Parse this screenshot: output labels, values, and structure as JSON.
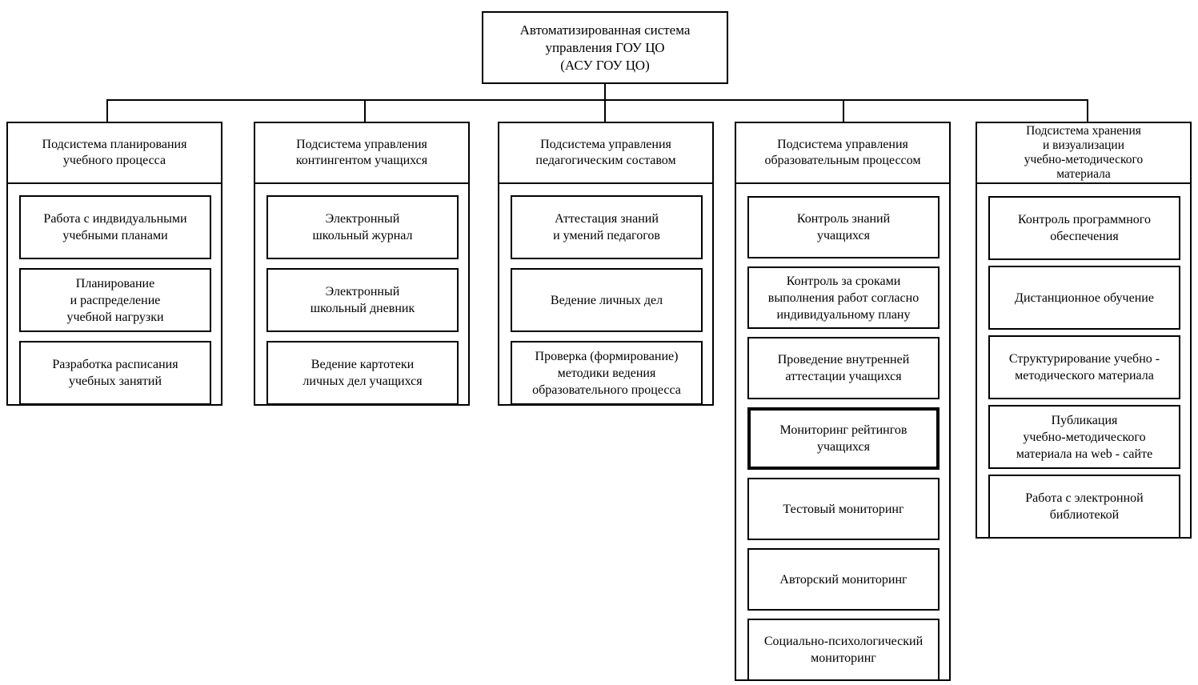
{
  "colors": {
    "border": "#000000",
    "background": "#ffffff",
    "text": "#000000"
  },
  "root": {
    "title": "Автоматизированная система\nуправления ГОУ ЦО\n(АСУ ГОУ ЦО)"
  },
  "columns": [
    {
      "header": "Подсистема планирования\nучебного процесса",
      "items": [
        {
          "label": "Работа с индвидуальными\nучебными планами"
        },
        {
          "label": "Планирование\nи распределение\nучебной нагрузки"
        },
        {
          "label": "Разработка расписания\nучебных занятий"
        }
      ]
    },
    {
      "header": "Подсистема управления\nконтингентом учащихся",
      "items": [
        {
          "label": "Электронный\nшкольный журнал"
        },
        {
          "label": "Электронный\nшкольный дневник"
        },
        {
          "label": "Ведение картотеки\nличных дел учащихся"
        }
      ]
    },
    {
      "header": "Подсистема управления\nпедагогическим составом",
      "items": [
        {
          "label": "Аттестация знаний\nи умений педагогов"
        },
        {
          "label": "Ведение личных дел"
        },
        {
          "label": "Проверка (формирование)\nметодики ведения\nобразовательного процесса"
        }
      ]
    },
    {
      "header": "Подсистема управления\nобразовательным процессом",
      "items": [
        {
          "label": "Контроль знаний\nучащихся"
        },
        {
          "label": "Контроль за сроками\nвыполнения работ согласно\nиндивидуальному плану"
        },
        {
          "label": "Проведение внутренней\nаттестации учащихся"
        },
        {
          "label": "Мониторинг рейтингов\nучащихся",
          "emphasis": true
        },
        {
          "label": "Тестовый мониторинг"
        },
        {
          "label": "Авторский мониторинг"
        },
        {
          "label": "Социально-психологический\nмониторинг"
        }
      ]
    },
    {
      "header": "Подсистема хранения\nи визуализации\nучебно-методического\nматериала",
      "items": [
        {
          "label": "Контроль программного\nобеспечения"
        },
        {
          "label": "Дистанционное обучение"
        },
        {
          "label": "Структурирование учебно -\nметодического материала"
        },
        {
          "label": "Публикация\nучебно-методического\nматериала на web - сайте"
        },
        {
          "label": "Работа с электронной\nбиблиотекой"
        }
      ]
    }
  ]
}
